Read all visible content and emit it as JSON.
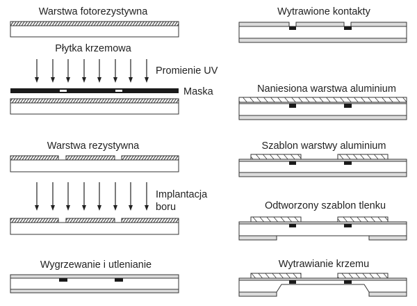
{
  "colors": {
    "line": "#333333",
    "oxide": "#dcdcdc",
    "dopant": "#1a1a1a",
    "background": "#ffffff"
  },
  "left_column": {
    "steps": [
      {
        "id": "photoresist",
        "label": "Warstwa fotorezystywna"
      },
      {
        "id": "wafer",
        "label": "Płytka krzemowa"
      },
      {
        "id": "exposure",
        "uv_label": "Promienie UV",
        "mask_label": "Maska"
      },
      {
        "id": "resist-pattern",
        "label": "Warstwa rezystywna"
      },
      {
        "id": "implant",
        "implant_label_line1": "Implantacja",
        "implant_label_line2": "boru"
      },
      {
        "id": "anneal",
        "label": "Wygrzewanie i utlenianie"
      }
    ]
  },
  "right_column": {
    "steps": [
      {
        "id": "contacts",
        "label": "Wytrawione kontakty"
      },
      {
        "id": "al-deposit",
        "label": "Naniesiona warstwa aluminium"
      },
      {
        "id": "al-pattern",
        "label": "Szablon warstwy aluminium"
      },
      {
        "id": "oxide-pattern",
        "label": "Odtworzony szablon tlenku"
      },
      {
        "id": "si-etch",
        "label": "Wytrawianie krzemu"
      }
    ]
  }
}
